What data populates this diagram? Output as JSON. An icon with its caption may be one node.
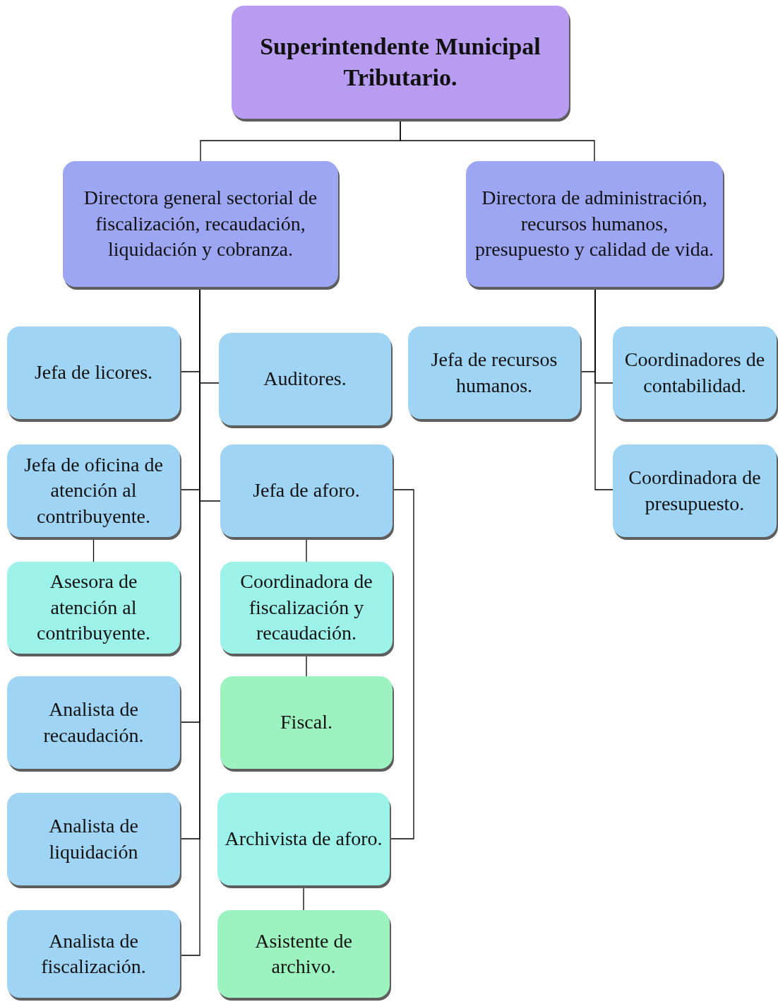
{
  "diagram": {
    "nodes": [
      {
        "text": [
          "Superintendente Municipal Tributario."
        ]
      },
      {
        "text": [
          "Directora general sectorial de fiscalización, recaudación, liquidación y cobranza."
        ]
      },
      {
        "text": [
          "Directora de administración, recursos humanos, presupuesto y calidad de vida."
        ]
      },
      {
        "text": [
          "Jefa de licores."
        ]
      },
      {
        "text": [
          "Auditores."
        ]
      },
      {
        "text": [
          "Jefa de recursos humanos."
        ]
      },
      {
        "text": [
          "Coordinadores de contabilidad."
        ]
      },
      {
        "text": [
          "Jefa de oficina de atención al contribuyente."
        ]
      },
      {
        "text": [
          "Jefa de aforo."
        ]
      },
      {
        "text": [
          "Coordinadora de presupuesto."
        ]
      },
      {
        "text": [
          "Asesora de atención al contribuyente."
        ]
      },
      {
        "text": [
          "Coordinadora de fiscalización y recaudación."
        ]
      },
      {
        "text": [
          "Analista de recaudación."
        ]
      },
      {
        "text": [
          "Fiscal."
        ]
      },
      {
        "text": [
          "Analista de liquidación"
        ]
      },
      {
        "text": [
          "Archivista de aforo."
        ]
      },
      {
        "text": [
          "Analista de fiscalización."
        ]
      },
      {
        "text": [
          "Asistente de archivo."
        ]
      }
    ],
    "edges": [
      {
        "from": 0,
        "to": 1,
        "arrow": "none"
      },
      {
        "from": 0,
        "to": 2,
        "arrow": "none"
      },
      {
        "from": 1,
        "to": 3,
        "arrow": "none"
      },
      {
        "from": 1,
        "to": 4,
        "arrow": "none"
      },
      {
        "from": 1,
        "to": 7,
        "arrow": "none"
      },
      {
        "from": 1,
        "to": 8,
        "arrow": "none"
      },
      {
        "from": 1,
        "to": 12,
        "arrow": "none"
      },
      {
        "from": 1,
        "to": 14,
        "arrow": "none"
      },
      {
        "from": 1,
        "to": 16,
        "arrow": "none"
      },
      {
        "from": 7,
        "to": 10,
        "arrow": "none"
      },
      {
        "from": 8,
        "to": 11,
        "arrow": "none"
      },
      {
        "from": 11,
        "to": 13,
        "arrow": "none"
      },
      {
        "from": 8,
        "to": 15,
        "arrow": "none"
      },
      {
        "from": 15,
        "to": 17,
        "arrow": "none"
      },
      {
        "from": 2,
        "to": 5,
        "arrow": "none"
      },
      {
        "from": 2,
        "to": 6,
        "arrow": "none"
      },
      {
        "from": 2,
        "to": 9,
        "arrow": "none"
      }
    ]
  }
}
